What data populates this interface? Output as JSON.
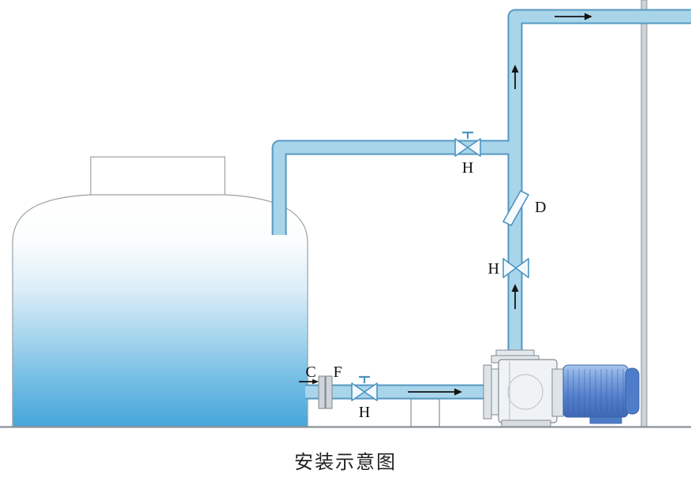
{
  "diagram": {
    "caption": "安装示意图",
    "labels": {
      "top_valve": "H",
      "check_valve": "D",
      "mid_valve": "H",
      "tank_outlet": "C",
      "flange": "F",
      "suction_valve": "H"
    },
    "colors": {
      "pipe_fill": "#a9d5ea",
      "pipe_outline": "#5598c2",
      "tank_blue": "#46a6da",
      "motor_blue": "#5580cc",
      "outline_gray": "#8a9096",
      "arrow_black": "#141414"
    }
  }
}
